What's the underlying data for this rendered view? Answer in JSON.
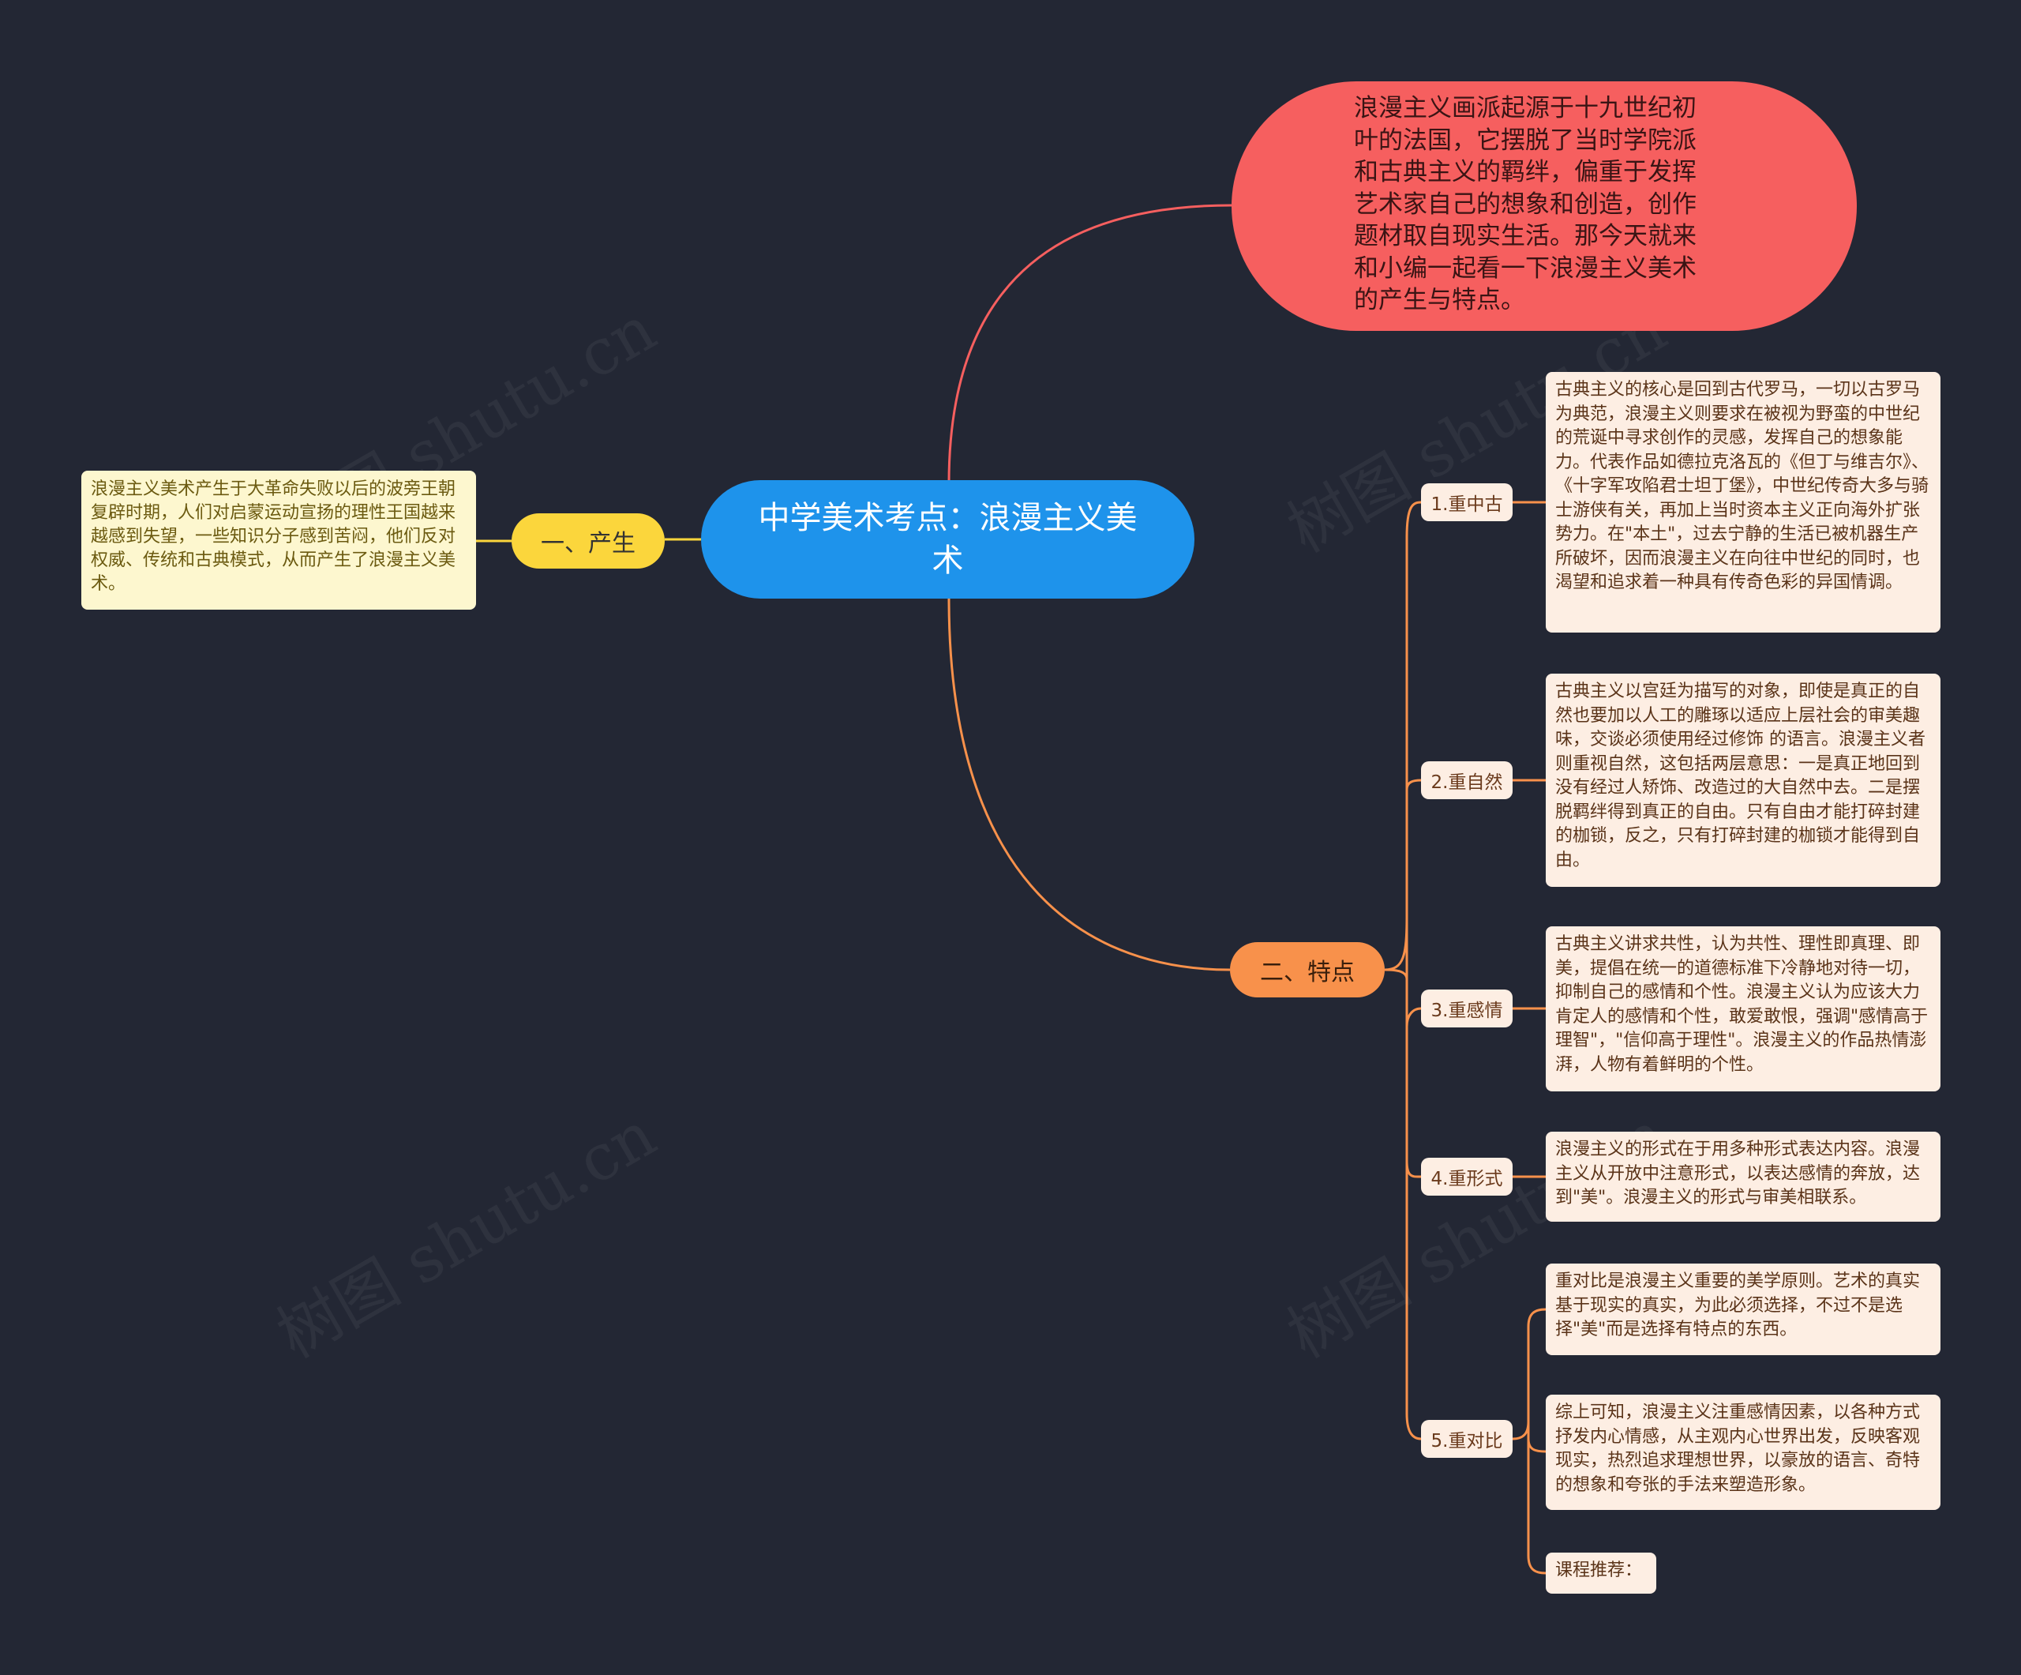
{
  "central": "中学美术考点：浪漫主义美术",
  "intro": "浪漫主义画派起源于十九世纪初叶的法国，它摆脱了当时学院派和古典主义的羁绊，偏重于发挥艺术家自己的想象和创造，创作题材取自现实生活。那今天就来和小编一起看一下浪漫主义美术的产生与特点。",
  "branch1": {
    "label": "一、产生",
    "detail": "浪漫主义美术产生于大革命失败以后的波旁王朝复辟时期，人们对启蒙运动宣扬的理性王国越来越感到失望，一些知识分子感到苦闷，他们反对权威、传统和古典模式，从而产生了浪漫主义美术。"
  },
  "branch2": {
    "label": "二、特点",
    "subs": [
      {
        "label": "1.重中古",
        "details": [
          "古典主义的核心是回到古代罗马，一切以古罗马为典范，浪漫主义则要求在被视为野蛮的中世纪的荒诞中寻求创作的灵感，发挥自己的想象能力。代表作品如德拉克洛瓦的《但丁与维吉尔》、《十字军攻陷君士坦丁堡》，中世纪传奇大多与骑士游侠有关，再加上当时资本主义正向海外扩张势力。在\"本土\"，过去宁静的生活已被机器生产所破坏，因而浪漫主义在向往中世纪的同时，也渴望和追求着一种具有传奇色彩的异国情调。"
        ]
      },
      {
        "label": "2.重自然",
        "details": [
          "古典主义以宫廷为描写的对象，即使是真正的自然也要加以人工的雕琢以适应上层社会的审美趣味，交谈必须使用经过修饰 的语言。浪漫主义者则重视自然，这包括两层意思：一是真正地回到没有经过人矫饰、改造过的大自然中去。二是摆脱羁绊得到真正的自由。只有自由才能打碎封建的枷锁，反之，只有打碎封建的枷锁才能得到自由。"
        ]
      },
      {
        "label": "3.重感情",
        "details": [
          "古典主义讲求共性，认为共性、理性即真理、即美，提倡在统一的道德标准下冷静地对待一切，抑制自己的感情和个性。浪漫主义认为应该大力肯定人的感情和个性，敢爱敢恨，强调\"感情高于理智\"，\"信仰高于理性\"。浪漫主义的作品热情澎湃，人物有着鲜明的个性。"
        ]
      },
      {
        "label": "4.重形式",
        "details": [
          "浪漫主义的形式在于用多种形式表达内容。浪漫主义从开放中注意形式，以表达感情的奔放，达到\"美\"。浪漫主义的形式与审美相联系。"
        ]
      },
      {
        "label": "5.重对比",
        "details": [
          "重对比是浪漫主义重要的美学原则。艺术的真实基于现实的真实，为此必须选择，不过不是选择\"美\"而是选择有特点的东西。",
          "综上可知，浪漫主义注重感情因素，以各种方式抒发内心情感，从主观内心世界出发，反映客观现实，热烈追求理想世界，以豪放的语言、奇特的想象和夸张的手法来塑造形象。",
          "课程推荐："
        ]
      }
    ]
  },
  "watermark": "树图 shutu.cn",
  "colors": {
    "background": "#232734",
    "central": "#1e93eb",
    "intro": "#f65f5f",
    "branch1": "#fbd63c",
    "branch2": "#f8914b",
    "leaf_yellow": "#fdf7cf",
    "leaf_orange": "#fdeee3"
  }
}
